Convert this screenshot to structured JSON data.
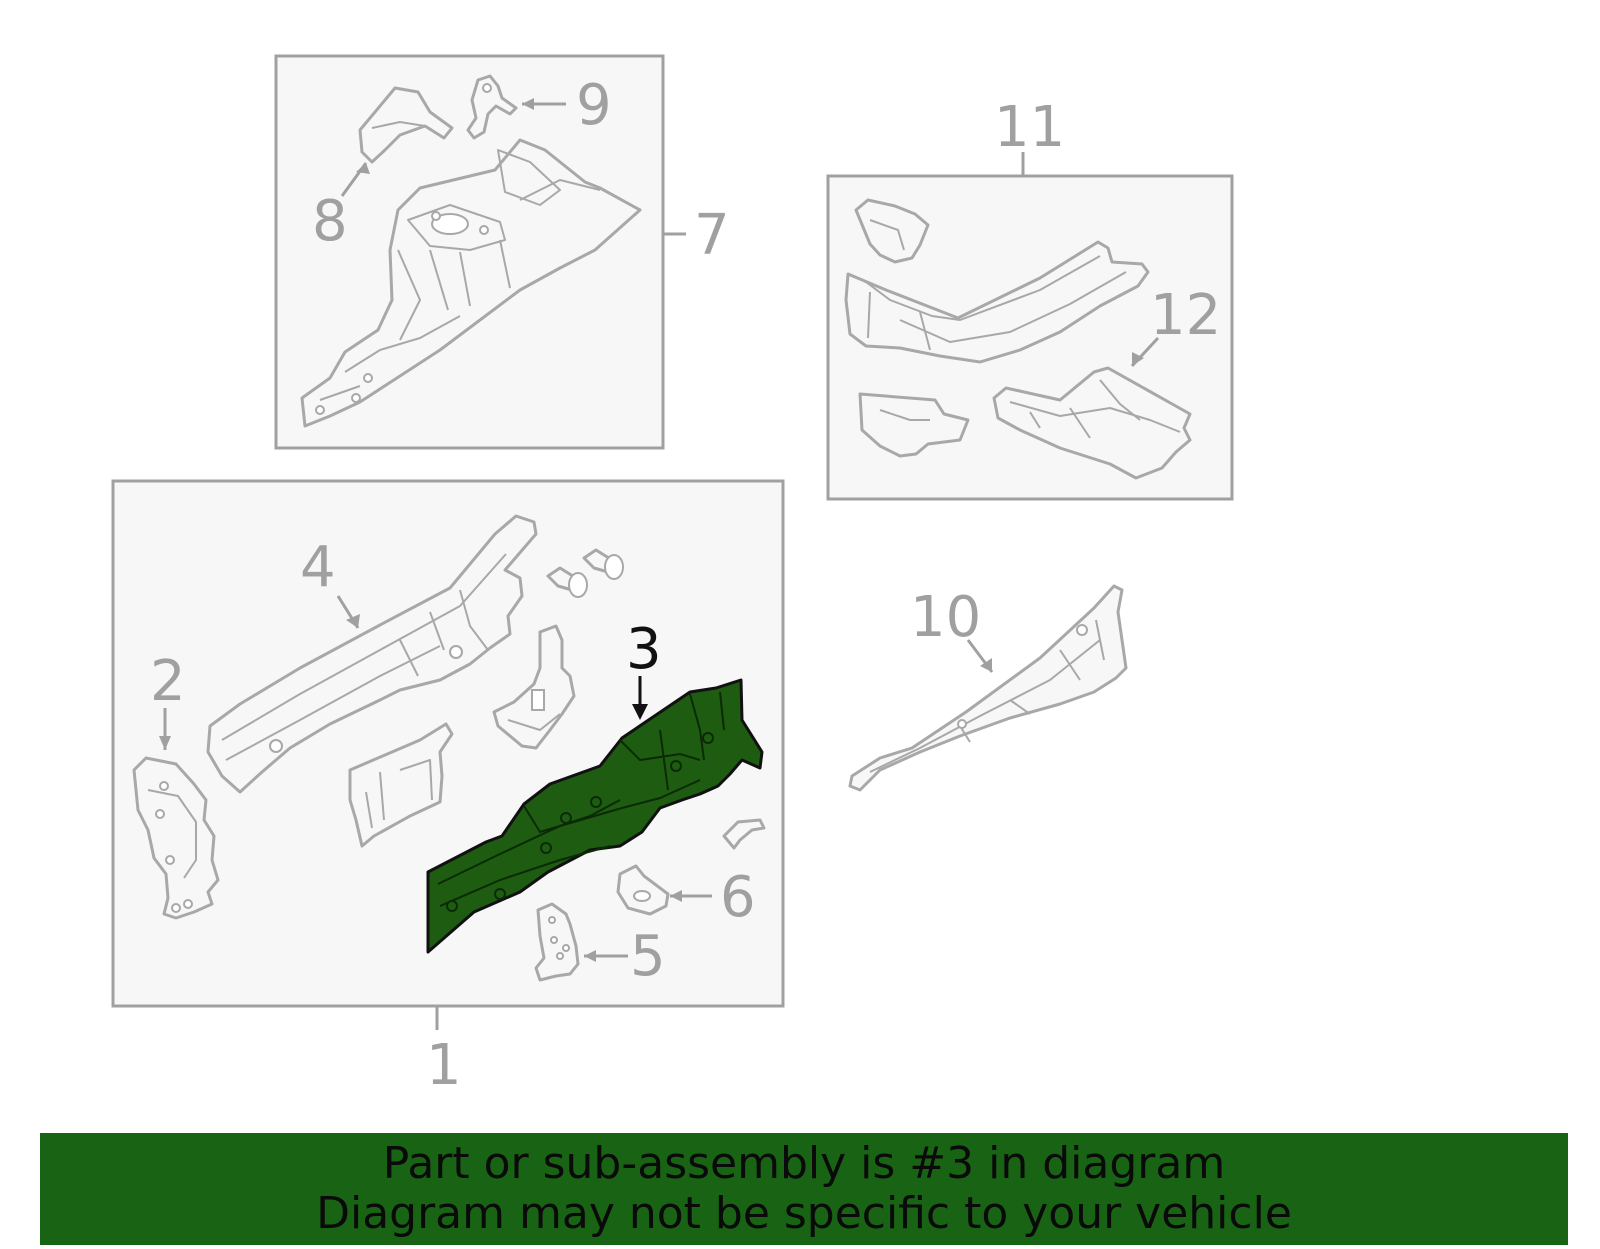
{
  "callouts": {
    "c1": "1",
    "c2": "2",
    "c3": "3",
    "c4": "4",
    "c5": "5",
    "c6": "6",
    "c7": "7",
    "c8": "8",
    "c9": "9",
    "c10": "10",
    "c11": "11",
    "c12": "12"
  },
  "highlighted_part": "3",
  "colors": {
    "highlight_fill": "#1e5c12",
    "banner_background": "#196414",
    "part_outline": "#a8a8a8",
    "box_fill": "#f7f7f7"
  },
  "banner": {
    "line1": "Part or sub-assembly is #3 in diagram",
    "line2": "Diagram may not be specific to your vehicle"
  }
}
